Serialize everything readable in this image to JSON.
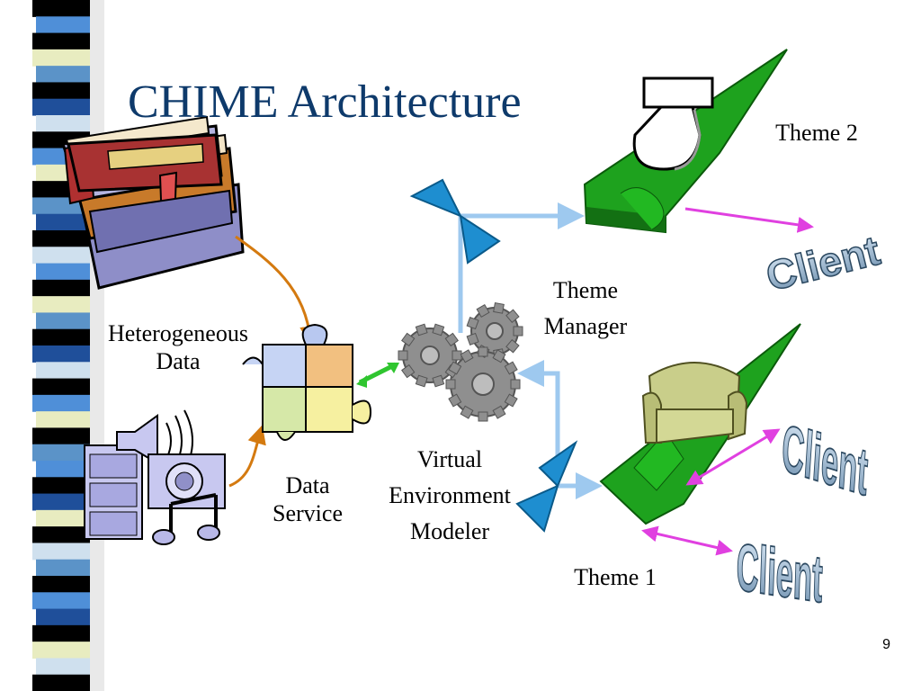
{
  "slide": {
    "title": "CHIME Architecture",
    "page_number": "9"
  },
  "labels": {
    "heterogeneous_data": [
      "Heterogeneous",
      "Data"
    ],
    "data_service": [
      "Data",
      "Service"
    ],
    "virtual_environment_modeler": [
      "Virtual",
      "Environment",
      "Modeler"
    ],
    "theme_manager": [
      "Theme",
      "Manager"
    ],
    "theme_1": "Theme 1",
    "theme_2": "Theme 2",
    "client": "Client"
  },
  "colors": {
    "title": "#0e3a6b",
    "left_stripe": [
      "#000000",
      "#4f8fd8",
      "#e8ecc0",
      "#1f4f9a",
      "#5b93c8",
      "#cfe0ee"
    ],
    "arrow_light_blue": "#9ec9ef",
    "arrow_magenta": "#e040e0",
    "arrow_orange": "#d47a10",
    "arrow_green": "#2fc52f",
    "theme_green": "#1ea21e",
    "valve_blue": "#1e8ed0"
  },
  "icons": {
    "books": "book-stack-icon",
    "media": "multimedia-icon",
    "puzzle": "puzzle-icon",
    "gears": "gears-icon",
    "valve_top": "bowtie-valve-icon",
    "valve_bottom": "bowtie-valve-icon",
    "lamp": "lamp-icon",
    "sofa": "sofa-icon"
  }
}
